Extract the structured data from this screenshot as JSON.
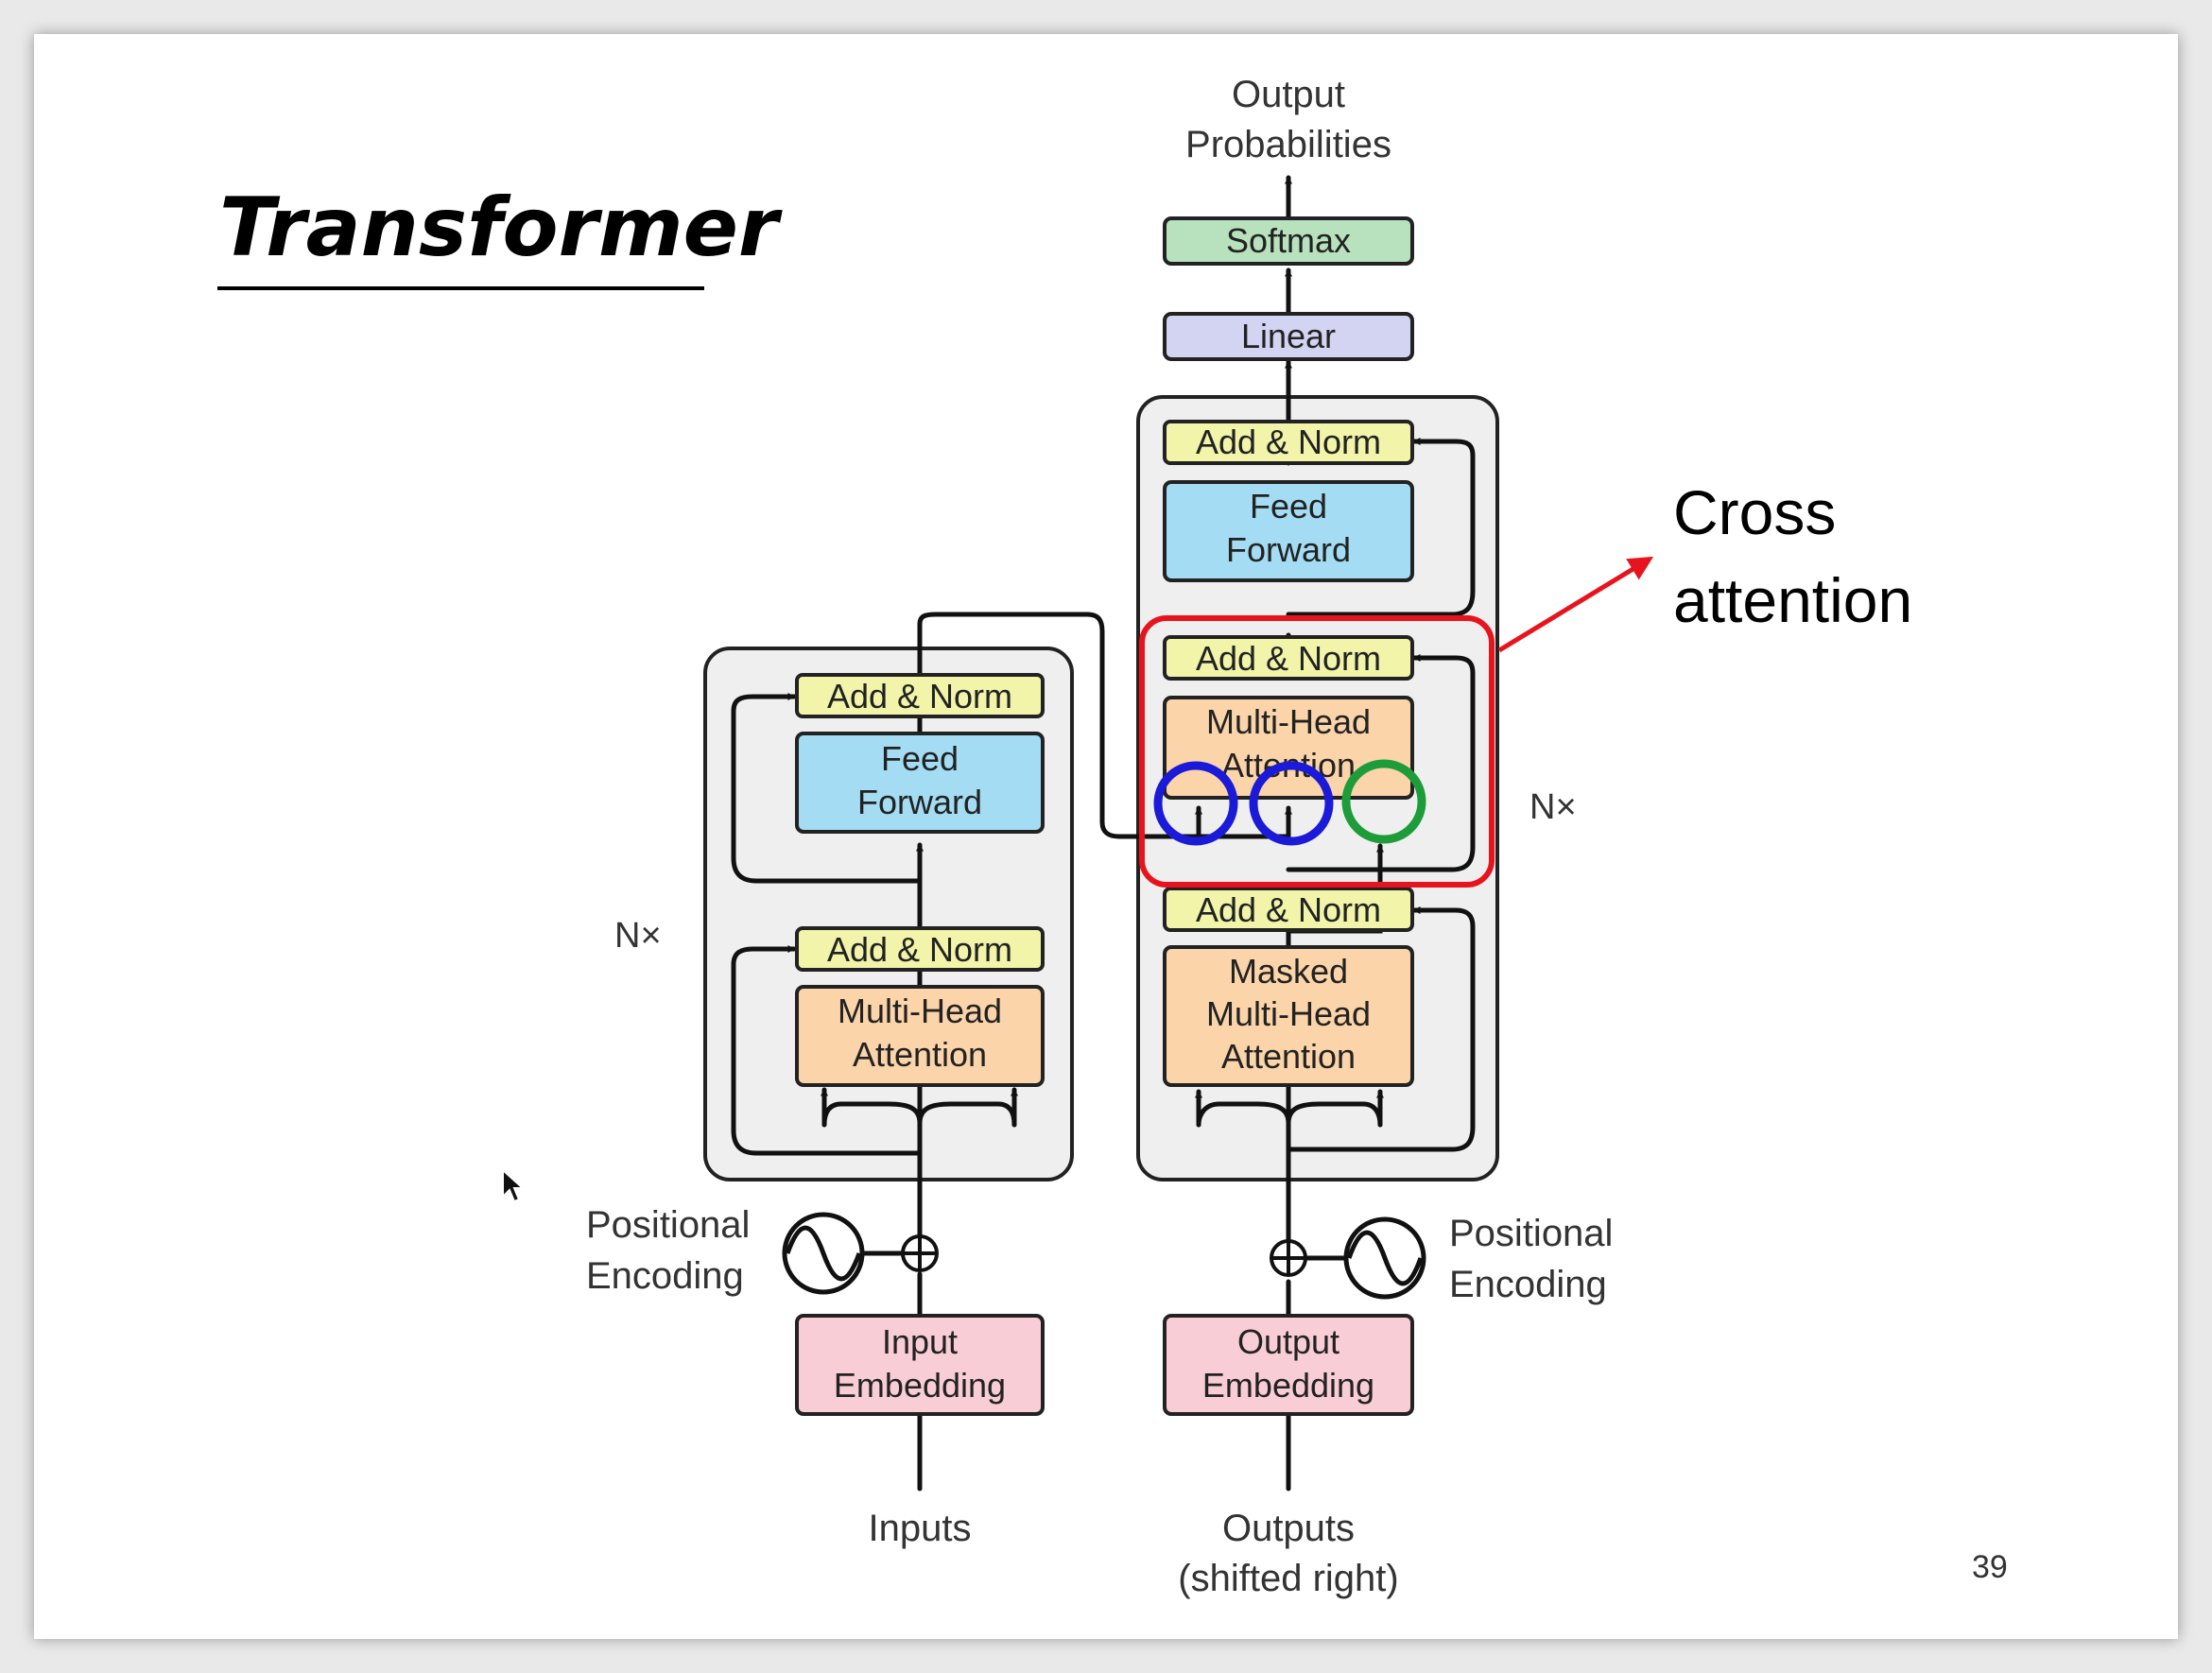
{
  "slide": {
    "title": "Transformer",
    "page_number": "39",
    "annotation_label_line1": "Cross",
    "annotation_label_line2": "attention"
  },
  "diagram": {
    "output_label_line1": "Output",
    "output_label_line2": "Probabilities",
    "softmax": "Softmax",
    "linear": "Linear",
    "nx_label": "N×",
    "positional_encoding_line1": "Positional",
    "positional_encoding_line2": "Encoding",
    "encoder": {
      "add_norm_top": "Add & Norm",
      "feed_forward_line1": "Feed",
      "feed_forward_line2": "Forward",
      "add_norm_bottom": "Add & Norm",
      "mha_line1": "Multi-Head",
      "mha_line2": "Attention",
      "embedding_line1": "Input",
      "embedding_line2": "Embedding",
      "input_label": "Inputs"
    },
    "decoder": {
      "add_norm_top": "Add & Norm",
      "feed_forward_line1": "Feed",
      "feed_forward_line2": "Forward",
      "add_norm_middle": "Add & Norm",
      "cross_mha_line1": "Multi-Head",
      "cross_mha_line2": "Attention",
      "add_norm_bottom": "Add & Norm",
      "masked_mha_line1": "Masked",
      "masked_mha_line2": "Multi-Head",
      "masked_mha_line3": "Attention",
      "embedding_line1": "Output",
      "embedding_line2": "Embedding",
      "output_label_line1": "Outputs",
      "output_label_line2": "(shifted right)"
    }
  },
  "colors": {
    "add_norm": "#f1f4a9",
    "feed_forward": "#a3dcf3",
    "attention": "#fbd4a9",
    "embedding": "#f9cdd5",
    "softmax": "#b7e2bd",
    "linear": "#d2d4f2",
    "block_bg": "#efefef",
    "highlight_red": "#e8141d",
    "circle_blue": "#1a1ad8",
    "circle_green": "#1f9c3a"
  }
}
